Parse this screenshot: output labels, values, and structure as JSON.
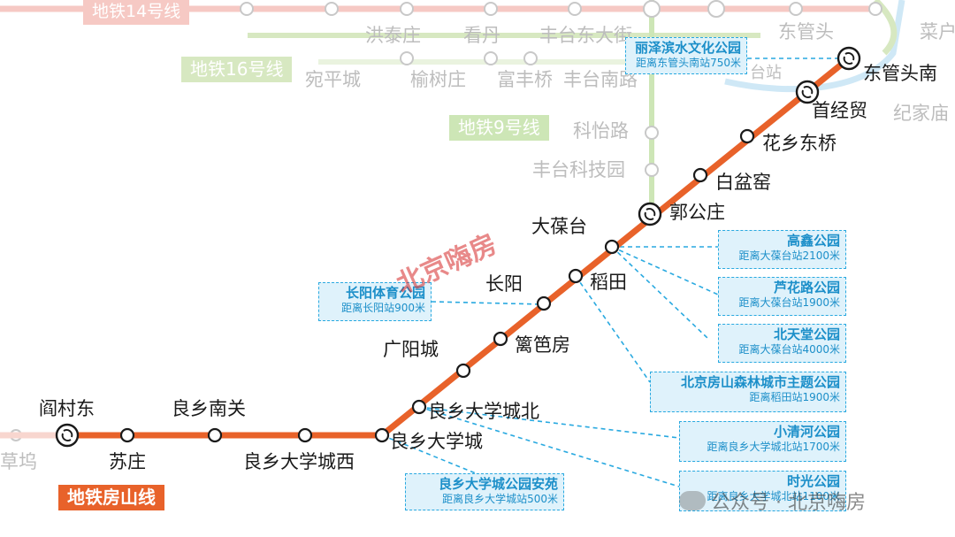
{
  "lines": {
    "line14": {
      "label": "地铁14号线",
      "color": "#f6c9c4"
    },
    "line16": {
      "label": "地铁16号线",
      "color": "#d7e8c1"
    },
    "line9": {
      "label": "地铁9号线",
      "color": "#cde6b6"
    },
    "fangshan": {
      "label": "地铁房山线",
      "color": "#e8622a"
    }
  },
  "faint_stations": [
    "洪泰庄",
    "看丹",
    "丰台东大街",
    "东管头",
    "菜户",
    "宛平城",
    "榆树庄",
    "富丰桥",
    "丰台南路",
    "纪家庙",
    "科怡路",
    "丰台科技园",
    "草坞",
    "台站"
  ],
  "fangshan_stations": [
    "阎村东",
    "苏庄",
    "良乡南关",
    "良乡大学城西",
    "良乡大学城",
    "良乡大学城北",
    "广阳城",
    "篱笆房",
    "长阳",
    "稻田",
    "大葆台",
    "郭公庄",
    "白盆窑",
    "花乡东桥",
    "首经贸",
    "东管头南"
  ],
  "parks": [
    {
      "name": "丽泽滨水文化公园",
      "dist": "距离东管头南站750米"
    },
    {
      "name": "长阳体育公园",
      "dist": "距离长阳站900米"
    },
    {
      "name": "高鑫公园",
      "dist": "距离大葆台站2100米"
    },
    {
      "name": "芦花路公园",
      "dist": "距离大葆台站1900米"
    },
    {
      "name": "北天堂公园",
      "dist": "距离大葆台站4000米"
    },
    {
      "name": "北京房山森林城市主题公园",
      "dist": "距离稻田站1900米"
    },
    {
      "name": "小清河公园",
      "dist": "距离良乡大学城北站1700米"
    },
    {
      "name": "良乡大学城公园安苑",
      "dist": "距离良乡大学城站500米"
    },
    {
      "name": "时光公园",
      "dist": "距离良乡大学城北站1100米"
    }
  ],
  "watermarks": {
    "main": "北京嗨房",
    "wechat": "公众号 · 北京嗨房"
  },
  "colors": {
    "accent": "#e8622a",
    "park_border": "#29a9e0",
    "park_text": "#1c8fc9",
    "park_bg": "#dff2fb"
  }
}
